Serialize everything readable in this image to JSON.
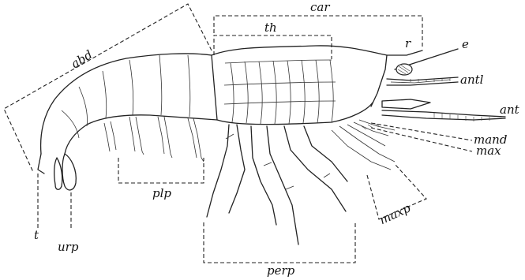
{
  "labels": {
    "car": "car",
    "th": "th",
    "r": "r",
    "e": "e",
    "abd": "abd",
    "antl": "antl",
    "ant": "ant",
    "mand": "mand",
    "max": "max",
    "maxp": "maxp",
    "plp": "plp",
    "perp": "perp",
    "t": "t",
    "urp": "urp"
  }
}
